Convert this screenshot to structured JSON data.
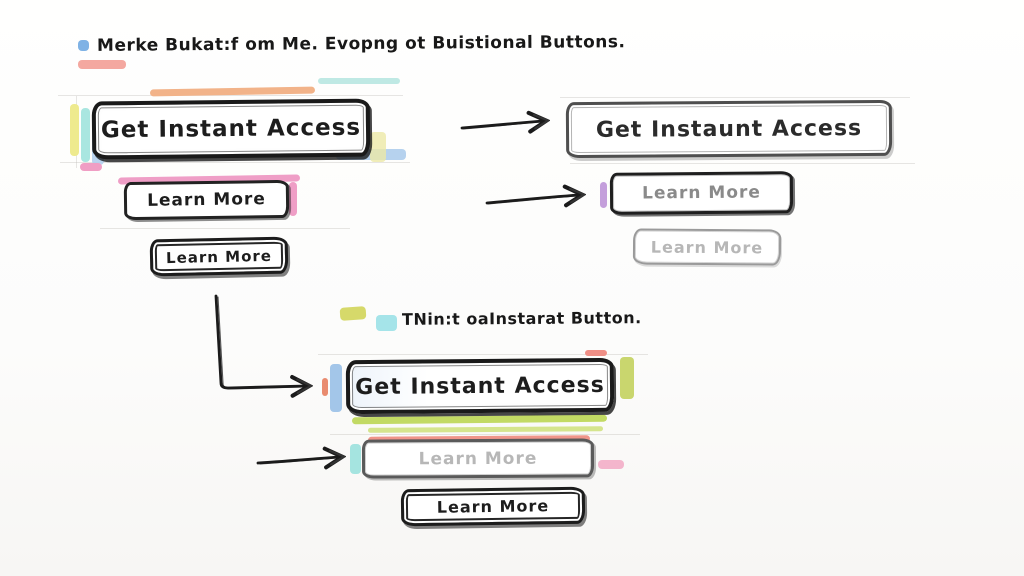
{
  "headings": {
    "top_note": "Merke Bukat:f om Me. Evopng ot Buistional Buttons.",
    "middle_note": "TNin:t oaInstarat Button."
  },
  "buttons": {
    "top_left": {
      "primary": "Get Instant Access",
      "secondary": "Learn More",
      "tertiary": "Learn More"
    },
    "top_right": {
      "primary": "Get Instaunt Access",
      "secondary": "Learn More",
      "tertiary": "Learn More"
    },
    "bottom_center": {
      "primary": "Get Instant Access",
      "secondary": "Learn More",
      "tertiary": "Learn More"
    }
  },
  "colors": {
    "ink": "#1c1c1c",
    "pencil": "#6e6e6e",
    "muted_text": "#8a8a8a",
    "faded_text": "#b7b7b7",
    "orange": "#f2b389",
    "yellow": "#eeea8e",
    "cyan": "#a9e6e0",
    "light_blue": "#aecdec",
    "pink": "#f09ec4",
    "salmon": "#f2998f",
    "green": "#b7d44a",
    "yellow_green": "#c9d66e",
    "purple": "#b07fd0",
    "swatch_blue": "#7fb2e5"
  }
}
